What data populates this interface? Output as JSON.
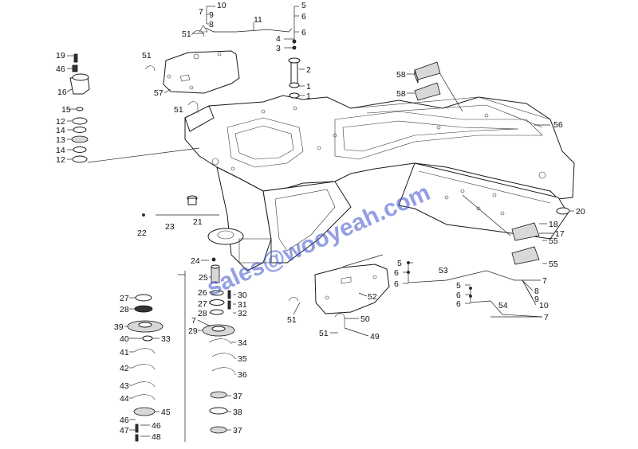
{
  "watermark": "sales@wooyeah.com",
  "callouts": {
    "c10": "10",
    "c7a": "7",
    "c9a": "9",
    "c8a": "8",
    "c11": "11",
    "c51a": "51",
    "c5a": "5",
    "c6a": "6",
    "c6b": "6",
    "c4": "4",
    "c3": "3",
    "c2": "2",
    "c1a": "1",
    "c1b": "1",
    "c51b": "51",
    "c57": "57",
    "c51c": "51",
    "c19": "19",
    "c46a": "46",
    "c16": "16",
    "c15": "15",
    "c12a": "12",
    "c14a": "14",
    "c13": "13",
    "c14b": "14",
    "c12b": "12",
    "c58a": "58",
    "c58b": "58",
    "c56": "56",
    "c20": "20",
    "c18": "18",
    "c17": "17",
    "c55a": "55",
    "c55b": "55",
    "c22": "22",
    "c23": "23",
    "c21": "21",
    "c24": "24",
    "c25": "25",
    "c26": "26",
    "c27b": "27",
    "c28b": "28",
    "c30": "30",
    "c31": "31",
    "c32": "32",
    "c7c": "7",
    "c29": "29",
    "c34": "34",
    "c35": "35",
    "c36": "36",
    "c37a": "37",
    "c38": "38",
    "c37b": "37",
    "c27a": "27",
    "c28a": "28",
    "c39": "39",
    "c40": "40",
    "c33": "33",
    "c41": "41",
    "c42": "42",
    "c43": "43",
    "c44": "44",
    "c45": "45",
    "c46b": "46",
    "c46c": "46",
    "c47": "47",
    "c48": "48",
    "c53": "53",
    "c5b": "5",
    "c6c": "6",
    "c6d": "6",
    "c7b": "7",
    "c8b": "8",
    "c9b": "9",
    "c10b": "10",
    "c5c": "5",
    "c6e": "6",
    "c6f": "6",
    "c54": "54",
    "c7d": "7",
    "c52": "52",
    "c51d": "51",
    "c50": "50",
    "c51e": "51",
    "c49": "49"
  }
}
